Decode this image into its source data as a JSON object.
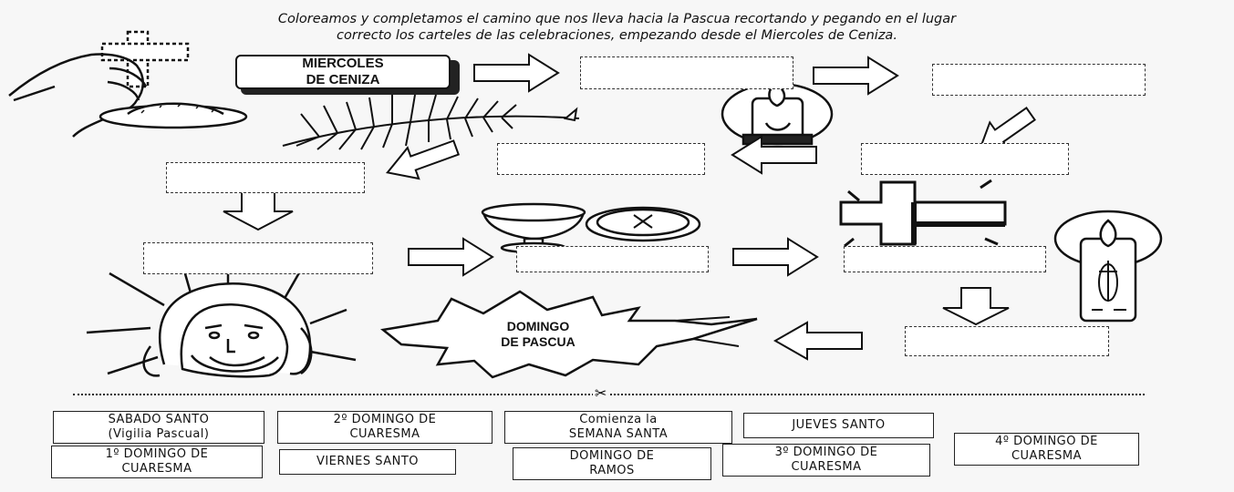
{
  "instructions": {
    "line1": "Coloreamos y completamos el camino que nos lleva hacia la Pascua recortando y pegando en el lugar",
    "line2": "correcto los carteles de las celebraciones, empezando desde el Miercoles de Ceniza."
  },
  "start_label": {
    "line1": "MIERCOLES",
    "line2": "DE CENIZA"
  },
  "end_label": {
    "line1": "DOMINGO",
    "line2": "DE PASCUA"
  },
  "cards": [
    {
      "line1": "SABADO SANTO",
      "line2": "(Vigilia Pascual)"
    },
    {
      "line1": "2º DOMINGO DE",
      "line2": "CUARESMA"
    },
    {
      "line1": "Comienza la",
      "line2": "SEMANA SANTA"
    },
    {
      "line1": "JUEVES SANTO",
      "line2": ""
    },
    {
      "line1": "4º DOMINGO DE",
      "line2": "CUARESMA"
    },
    {
      "line1": "1º DOMINGO DE",
      "line2": "CUARESMA"
    },
    {
      "line1": "VIERNES SANTO",
      "line2": ""
    },
    {
      "line1": "DOMINGO DE",
      "line2": "RAMOS"
    },
    {
      "line1": "3º DOMINGO DE",
      "line2": "CUARESMA"
    }
  ],
  "icons": {
    "scissors": "scissors-icon",
    "ash-cross-hand": "ash-cross-hand-icon",
    "palm": "palm-branch-icon",
    "candle": "candle-icon",
    "chalice": "chalice-icon",
    "cross": "cross-icon",
    "paschal-candle": "paschal-candle-icon",
    "jesus": "risen-jesus-icon"
  },
  "scissors_glyph": "✂"
}
